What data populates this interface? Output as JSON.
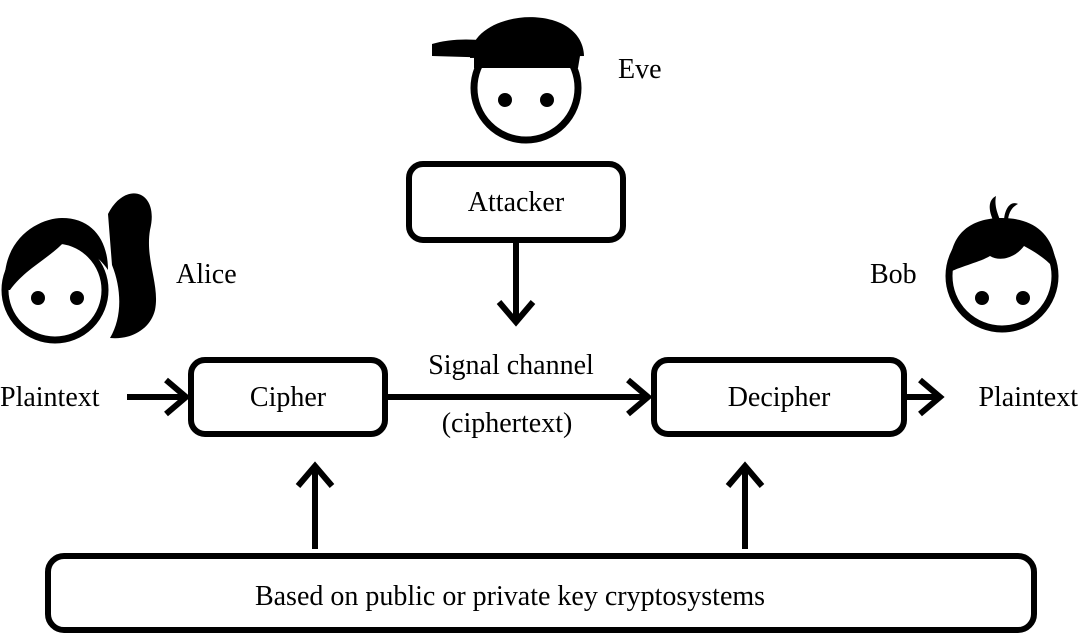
{
  "people": {
    "alice": {
      "name": "Alice",
      "icon": "girl-face-icon"
    },
    "bob": {
      "name": "Bob",
      "icon": "boy-face-icon"
    },
    "eve": {
      "name": "Eve",
      "icon": "cap-face-icon"
    }
  },
  "boxes": {
    "attacker": "Attacker",
    "cipher": "Cipher",
    "decipher": "Decipher",
    "key_system": "Based on public or private key cryptosystems"
  },
  "labels": {
    "plaintext_in": "Plaintext",
    "plaintext_out": "Plaintext",
    "channel": "Signal channel",
    "channel_sub": "(ciphertext)"
  },
  "colors": {
    "stroke": "#000000",
    "fill": "#ffffff"
  }
}
